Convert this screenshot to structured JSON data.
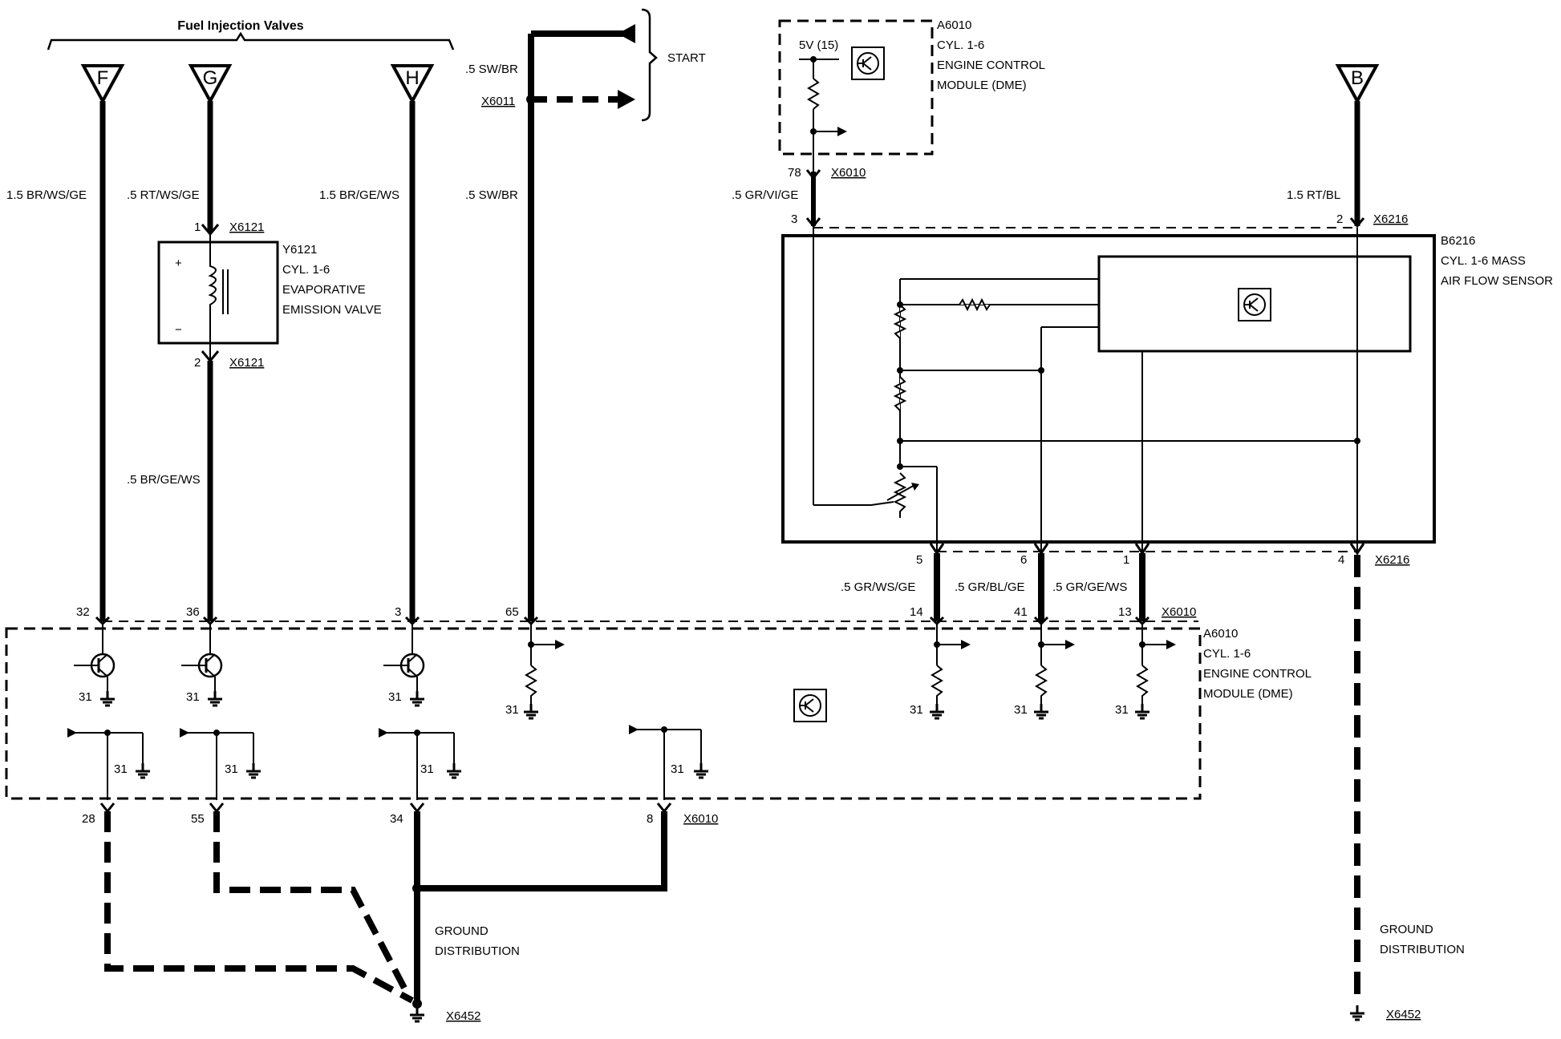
{
  "title": "Fuel Injection Valves",
  "start_label": "START",
  "injectors": [
    {
      "letter": "F",
      "wire": "1.5 BR/WS/GE",
      "ecm_pin": "32",
      "ground_pin": "28"
    },
    {
      "letter": "G",
      "wire": ".5 RT/WS/GE",
      "ecm_pin": "36",
      "ground_pin": "55"
    },
    {
      "letter": "H",
      "wire": "1.5 BR/GE/WS",
      "ecm_pin": "3",
      "ground_pin": "34"
    }
  ],
  "connector_b": {
    "letter": "B",
    "wire": "1.5 RT/BL",
    "pin_top": "2",
    "pin_bottom": "4"
  },
  "valve": {
    "pin_top": "1",
    "pin_bottom": "2",
    "connector": "X6121",
    "name": "Y6121",
    "line1": "CYL. 1-6",
    "line2": "EVAPORATIVE",
    "line3": "EMISSION VALVE",
    "plus": "+",
    "minus": "−",
    "bottom_wire": ".5 BR/GE/WS"
  },
  "start_wire": {
    "upper": ".5 SW/BR",
    "connector": "X6011",
    "lower": ".5 SW/BR",
    "ecm_pin": "65"
  },
  "ecm_small": {
    "name": "A6010",
    "line1": "CYL. 1-6",
    "line2": "ENGINE CONTROL",
    "line3": "MODULE (DME)",
    "supply": "5V (15)",
    "pin_a": "78",
    "pin_b": "3",
    "connector": "X6010",
    "wire": ".5 GR/VI/GE"
  },
  "maf": {
    "name": "B6216",
    "line1": "CYL. 1-6 MASS",
    "line2": "AIR FLOW SENSOR",
    "connector": "X6216",
    "pin_top": "2",
    "pins_bottom": [
      "5",
      "6",
      "1"
    ],
    "wires": [
      ".5 GR/WS/GE",
      ".5 GR/BL/GE",
      ".5 GR/GE/WS"
    ],
    "ecm_pins": [
      "14",
      "41",
      "13"
    ]
  },
  "ecm_main": {
    "name": "A6010",
    "line1": "CYL. 1-6",
    "line2": "ENGINE CONTROL",
    "line3": "MODULE (DME)",
    "ground": "31",
    "connector": "X6010",
    "pin_8": "8"
  },
  "ground_distribution": {
    "line1": "GROUND",
    "line2": "DISTRIBUTION",
    "connector": "X6452"
  }
}
